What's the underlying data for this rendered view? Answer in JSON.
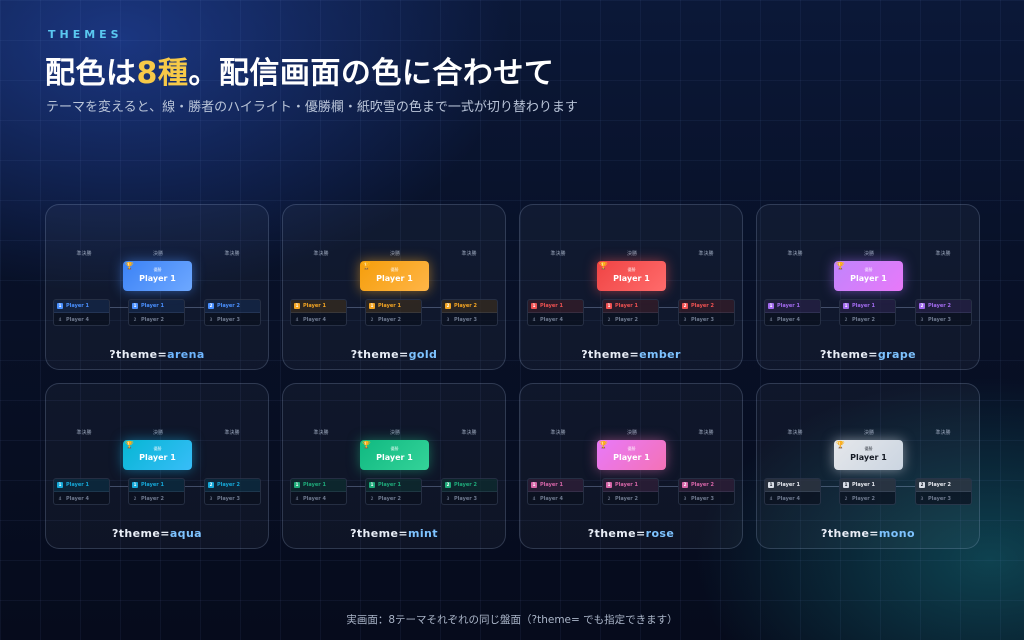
{
  "header": {
    "eyebrow": "THEMES",
    "title_pre": "配色は",
    "title_hl": "8種",
    "title_post": "。配信画面の色に合わせて",
    "subtitle": "テーマを変えると、線・勝者のハイライト・優勝欄・紙吹雪の色まで一式が切り替わります"
  },
  "colors": {
    "highlight": "#f7c948",
    "eyebrow": "#5ac8f0"
  },
  "round_labels": {
    "left": "準決勝",
    "center": "決勝",
    "right": "準決勝"
  },
  "champion_label": "優勝",
  "trophy_icon": "trophy-icon",
  "matches": [
    {
      "winner_seed": "1",
      "winner": "Player 1",
      "loser_seed": "4",
      "loser": "Player 4"
    },
    {
      "winner_seed": "1",
      "winner": "Player 1",
      "loser_seed": "2",
      "loser": "Player 2"
    },
    {
      "winner_seed": "2",
      "winner": "Player 2",
      "loser_seed": "3",
      "loser": "Player 3"
    }
  ],
  "champion": "Player 1",
  "query_prefix": "?theme=",
  "themes": [
    {
      "name": "arena",
      "c1": "#3b82f6",
      "c2": "#6ea8ff",
      "accent": "#4a90ff",
      "name_color": "#6fb6ff"
    },
    {
      "name": "gold",
      "c1": "#f59e0b",
      "c2": "#ffb547",
      "accent": "#f5a623",
      "name_color": "#7ec3ff"
    },
    {
      "name": "ember",
      "c1": "#ef4444",
      "c2": "#ff6b6b",
      "accent": "#f05252",
      "name_color": "#7ec3ff"
    },
    {
      "name": "grape",
      "c1": "#c084fc",
      "c2": "#e879f9",
      "accent": "#a36bf0",
      "name_color": "#7ec3ff"
    },
    {
      "name": "aqua",
      "c1": "#06b6d4",
      "c2": "#38bdf8",
      "accent": "#16a8d8",
      "name_color": "#7ec3ff"
    },
    {
      "name": "mint",
      "c1": "#10b981",
      "c2": "#34d399",
      "accent": "#1faa7a",
      "name_color": "#7ec3ff"
    },
    {
      "name": "rose",
      "c1": "#e879f9",
      "c2": "#f472b6",
      "accent": "#d766a8",
      "name_color": "#7ec3ff"
    },
    {
      "name": "mono",
      "c1": "#e5e7eb",
      "c2": "#cbd5e1",
      "accent": "#d8dde6",
      "name_color": "#7ec3ff"
    }
  ],
  "footer": "実画面：8テーマそれぞれの同じ盤面（?theme= でも指定できます）"
}
